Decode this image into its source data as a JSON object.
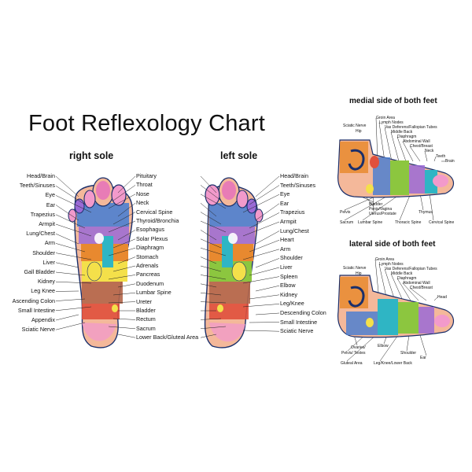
{
  "title": "Foot Reflexology Chart",
  "right_sole": {
    "heading": "right sole",
    "labels": [
      "Head/Brain",
      "Teeth/Sinuses",
      "Eye",
      "Ear",
      "Trapezius",
      "Armpit",
      "Lung/Chest",
      "Arm",
      "Shoulder",
      "Liver",
      "Gall Bladder",
      "Kidney",
      "Leg Knee",
      "Ascending Colon",
      "Small Intestine",
      "Appendix",
      "Sciatic Nerve"
    ]
  },
  "center_labels": [
    "Pituitary",
    "Throat",
    "Nose",
    "Neck",
    "Cervical Spine",
    "Thyroid/Bronchia",
    "Esophagus",
    "Solar Plexus",
    "Diaphragm",
    "Stomach",
    "Adrenals",
    "Pancreas",
    "Duodenum",
    "Lumbar Spine",
    "Ureter",
    "Bladder",
    "Rectum",
    "Sacrum",
    "Lower Back/Gluteal Area"
  ],
  "left_sole": {
    "heading": "left sole",
    "labels": [
      "Head/Brain",
      "Teeth/Sinuses",
      "Eye",
      "Ear",
      "Trapezius",
      "Armpit",
      "Lung/Chest",
      "Heart",
      "Arm",
      "Shoulder",
      "Liver",
      "Spleen",
      "Elbow",
      "Kidney",
      "Leg/Knee",
      "Descending Colon",
      "Small Intestine",
      "Sciatic Nerve"
    ]
  },
  "medial": {
    "heading": "medial side of both feet",
    "top_labels": [
      "Groin Area",
      "Lymph Nodes",
      "Vas Deferens/Fallopian Tubes",
      "Middle Back",
      "Diaphragm",
      "Abdominal Wall",
      "Chest/Breast",
      "Neck",
      "Teeth",
      "Brain"
    ],
    "left_labels": [
      "Sciatic Nerve",
      "Hip"
    ],
    "bottom_labels": [
      "Bladder",
      "Penis/Vagina",
      "Uterus/Prostate",
      "Pelvis",
      "Sacrum",
      "Lumbar Spine",
      "Thoracic Spine",
      "Thymus",
      "Cervical Spine"
    ]
  },
  "lateral": {
    "heading": "lateral side of both feet",
    "top_labels": [
      "Groin Area",
      "Lymph Nodes",
      "Vas Deferens/Fallopian Tubes",
      "Middle Back",
      "Diaphragm",
      "Abdominal Wall",
      "Chest/Breast",
      "Head"
    ],
    "left_labels": [
      "Sciatic Nerve",
      "Hip"
    ],
    "bottom_labels": [
      "Ovaries/",
      "Pelvis/ Testes",
      "Gluteal Area",
      "Elbow",
      "Leg/Knee/Lower Back",
      "Shoulder",
      "Ear"
    ]
  },
  "colors": {
    "skin": "#f4b89a",
    "outline": "#1a2f6b",
    "orange": "#e8892f",
    "yellow": "#f4e04a",
    "green": "#8cc63f",
    "teal": "#2fb5c4",
    "blue": "#4d7fd0",
    "purple": "#9a6ad6",
    "pink": "#f29acb",
    "red": "#e0503c",
    "brown": "#b4664a"
  }
}
